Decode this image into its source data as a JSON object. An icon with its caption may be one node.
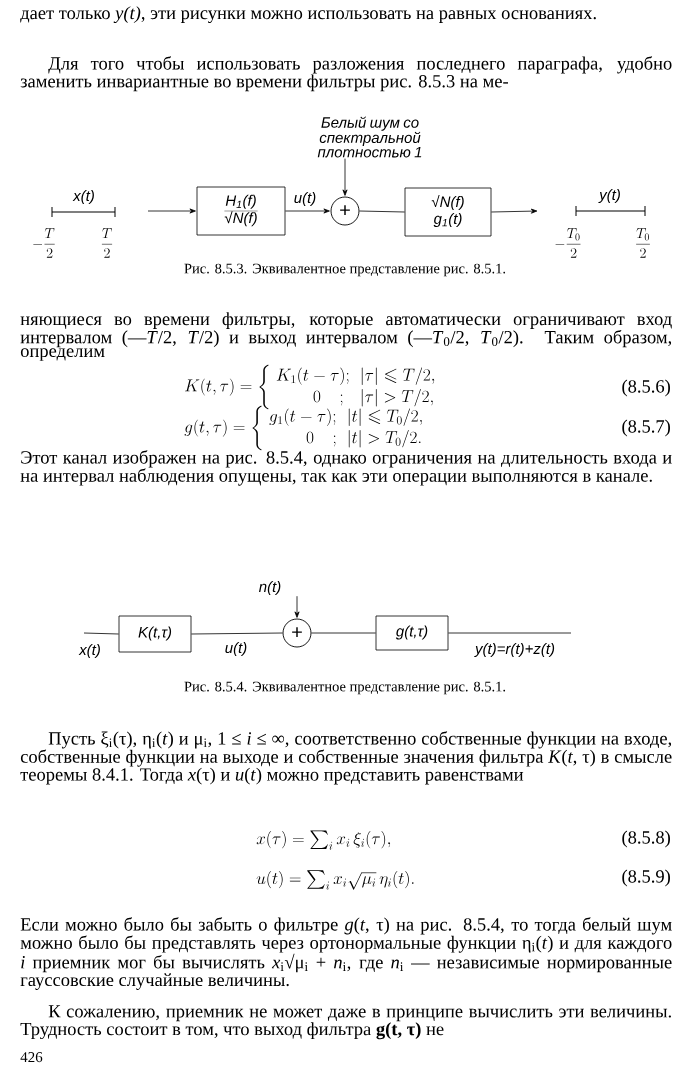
{
  "diagram": {
    "nodes": [
      {
        "text": [
          "H$_{1}$(f)",
          "√N(f)"
        ]
      },
      {
        "text": [
          "+"
        ]
      },
      {
        "text": [
          "√N(f)",
          "g$_{1}$(t)"
        ]
      },
      {
        "text": [
          "Белый шум со спектральной плотностью 1"
        ]
      },
      {
        "text": [
          "K(t,τ)"
        ]
      },
      {
        "text": [
          "+"
        ]
      },
      {
        "text": [
          "g(t,τ)"
        ]
      },
      {
        "text": [
          "n(t)"
        ]
      }
    ],
    "edges": [
      {
        "from": null,
        "to": 0,
        "arrow": "to"
      },
      {
        "from": 0,
        "to": 1,
        "arrow": "to",
        "label": "u(t)"
      },
      {
        "from": 3,
        "to": 1,
        "arrow": "to"
      },
      {
        "from": 1,
        "to": 2,
        "arrow": "none"
      },
      {
        "from": 2,
        "to": null,
        "arrow": "to"
      },
      {
        "from": null,
        "to": 4,
        "arrow": "none",
        "label": "x(t)"
      },
      {
        "from": 4,
        "to": 5,
        "arrow": "none",
        "label": "u(t)"
      },
      {
        "from": 7,
        "to": 5,
        "arrow": "to"
      },
      {
        "from": 5,
        "to": 6,
        "arrow": "none"
      },
      {
        "from": 6,
        "to": null,
        "arrow": "none",
        "label": "y(t)=r(t)+z(t)"
      }
    ],
    "labels": [
      "дает только *y(t)*, эти рисунки можно использовать на равных основаниях.",
      "Для того чтобы использовать разложения последнего параграфа, удобно заменить инвариантные во времени фильтры рис. 8.5.3 на ме-",
      "x(t)",
      "-\\frac{T}{2}",
      "\\frac{T}{2}",
      "y(t)",
      "-\\frac{T_0}{2}",
      "\\frac{T_0}{2}",
      "Рис. 8.5.3. Эквивалентное представление рис. 8.5.1.",
      "няющиеся во времени фильтры, которые автоматически ограничивают вход интервалом (—*T*/2, *T*/2) и выход интервалом (—*T*$_{0}$/2, *T*$_{0}$/2). Таким образом, определим",
      "K(t,\\tau)=\\left\\{\\begin{array}{ll}K_1(t-\\tau); & |\\tau|\\leqslant T/2,\\\\ \\qquad 0\\quad ; & |\\tau|>T/2,\\end{array}\\right.",
      "(8.5.6)",
      "g(t,\\tau)=\\left\\{\\begin{array}{ll}g_1(t-\\tau); & |t|\\leqslant T_0/2,\\\\ \\qquad 0\\quad ; & |t|>T_0/2.\\end{array}\\right.",
      "(8.5.7)",
      "Этот канал изображен на рис. 8.5.4, однако ограничения на длительность входа и на интервал наблюдения опущены, так как эти операции выполняются в канале.",
      "Рис. 8.5.4. Эквивалентное представление рис. 8.5.1.",
      "Пусть ξ$_{i}$(τ), η$_{i}$(*t*) и μ$_{i}$, 1 ≤ *i* ≤ ∞, соответственно собственные функции на входе, собственные функции на выходе и собственные значения фильтра *K*(*t*, τ) в смысле теоремы 8.4.1. Тогда *x*(τ) и *u*(*t*) можно представить равенствами",
      "x(\\tau)=\\sum_i x_i\\,\\xi_i(\\tau),",
      "(8.5.8)",
      "u(t)=\\sum_i x_i\\sqrt{\\mu_i}\\,\\eta_i(t).",
      "(8.5.9)",
      "Если можно было бы забыть о фильтре *g*(*t*, τ) на рис. 8.5.4, то тогда белый шум можно было бы представлять через ортонормальные функции η$_{i}$(*t*) и для каждого *i* приемник мог бы вычислять *x*$_{i}$√μ$_{i}$ + *n*$_{i}$, где *n*$_{i}$ — независимые нормированные гауссовские случайные величины.",
      "К сожалению, приемник не может даже в принципе вычислить эти величины. Трудность состоит в том, что выход фильтра **g(t, τ)** не",
      "426"
    ]
  }
}
